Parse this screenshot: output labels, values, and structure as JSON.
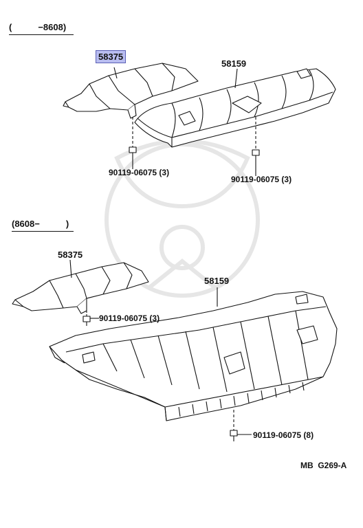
{
  "sections": [
    {
      "range_label_open": "(",
      "range_label_value": "−8608)",
      "parts": [
        {
          "part_no": "58375",
          "highlighted": true
        },
        {
          "part_no": "58159",
          "highlighted": false
        }
      ],
      "bolts": [
        {
          "label": "90119-06075 (3)"
        },
        {
          "label": "90119-06075 (3)"
        }
      ]
    },
    {
      "range_label_value": "(8608−",
      "range_label_close": ")",
      "parts": [
        {
          "part_no": "58375",
          "highlighted": false
        },
        {
          "part_no": "58159",
          "highlighted": false
        }
      ],
      "bolts": [
        {
          "label": "90119-06075 (3)"
        },
        {
          "label": "90119-06075 (8)"
        }
      ]
    }
  ],
  "footer": {
    "code": "MB  G269-A"
  },
  "colors": {
    "highlight": "#b9bdf0",
    "highlight_border": "#5a5fb5",
    "ink": "#111111"
  }
}
